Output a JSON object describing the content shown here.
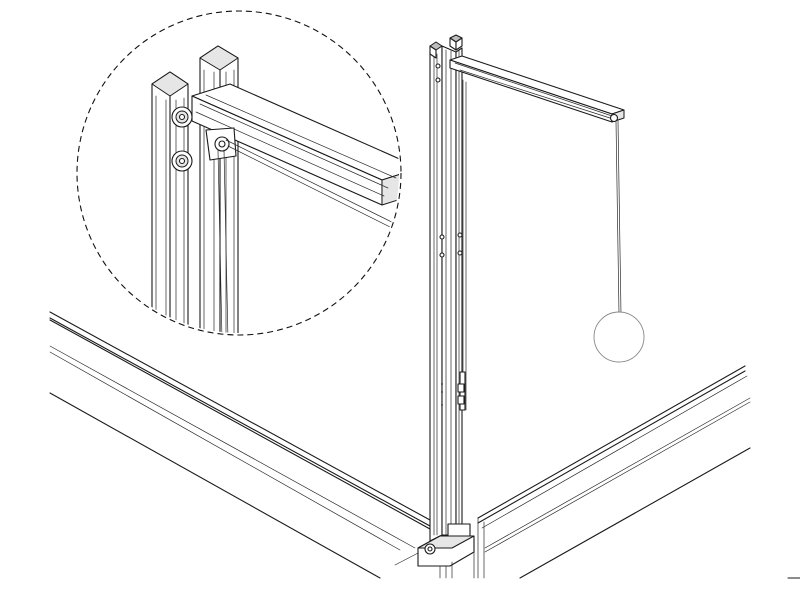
{
  "figure": {
    "kind": "technical-line-drawing",
    "description_items": [
      "corner-post",
      "top-beam",
      "hanging-cord",
      "pendant-ball",
      "detail-callout",
      "panel-edges",
      "base-bracket"
    ],
    "line_color": "#1a1a1a",
    "background_color": "#ffffff",
    "highlight_color": "#e6e6e6"
  }
}
